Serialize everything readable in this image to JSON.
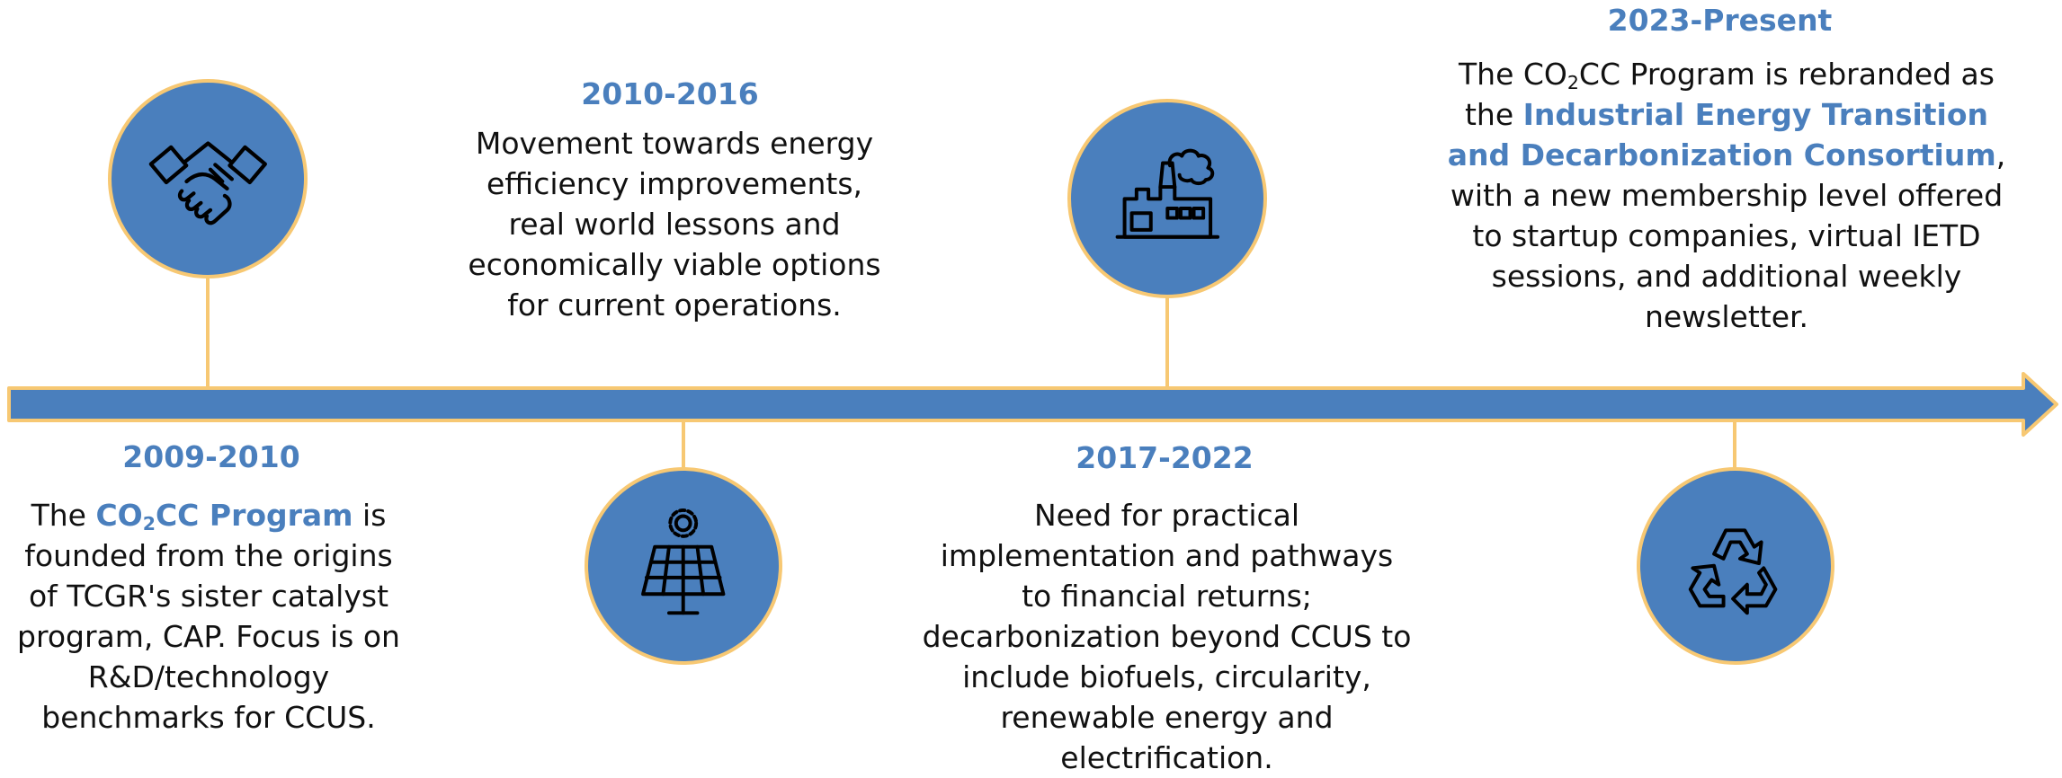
{
  "colors": {
    "accent": "#4a7fbd",
    "outline": "#f7c873",
    "text": "#111111"
  },
  "events": [
    {
      "year": "2009-2010",
      "icon": "handshake-icon",
      "pre": "The ",
      "hl_a": "CO",
      "hl_sub": "2",
      "hl_b": "CC Program",
      "body": " is founded from the origins of TCGR's sister catalyst program, CAP. Focus is on R&D/technology benchmarks for CCUS."
    },
    {
      "year": "2010-2016",
      "icon": "solar-panel-icon",
      "body": "Movement towards energy efficiency improvements, real world lessons and economically viable options for current operations."
    },
    {
      "year": "2017-2022",
      "icon": "factory-icon",
      "body": "Need for practical implementation and pathways to financial returns; decarbonization beyond CCUS to include biofuels, circularity, renewable energy and electrification."
    },
    {
      "year": "2023-Present",
      "icon": "recycle-icon",
      "pre_a": "The CO",
      "pre_sub": "2",
      "pre_b": "CC Program is rebranded as the ",
      "hl": "Industrial Energy Transition and Decarbonization Consortium",
      "body": ", with a new membership level offered to startup companies, virtual IETD sessions, and additional weekly newsletter."
    }
  ]
}
